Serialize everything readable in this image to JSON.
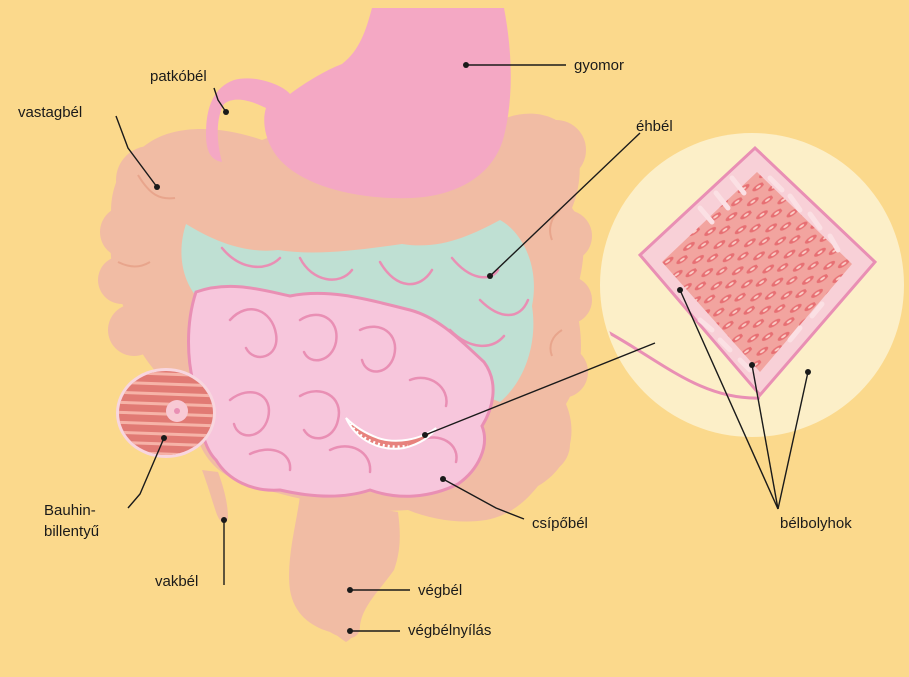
{
  "labels": {
    "gyomor": "gyomor",
    "patkobel": "patkóbél",
    "vastagbel": "vastagbél",
    "ehbel": "éhbél",
    "bauhin_line1": "Bauhin-",
    "bauhin_line2": "billentyű",
    "vakbel": "vakbél",
    "csipobel": "csípőbél",
    "vegbel": "végbél",
    "vegbelnyilas": "végbélnyílás",
    "belbolyhok": "bélbolyhok"
  },
  "colors": {
    "background": "#fbd98c",
    "stomach": "#f4a8c4",
    "large_intestine": "#f1bca4",
    "jejunum": "#bfe0d3",
    "ileum": "#f7c6dc",
    "intestine_outline": "#e98fb4",
    "villi": "#e97f80",
    "magnifier_bg": "#fcefc8"
  }
}
